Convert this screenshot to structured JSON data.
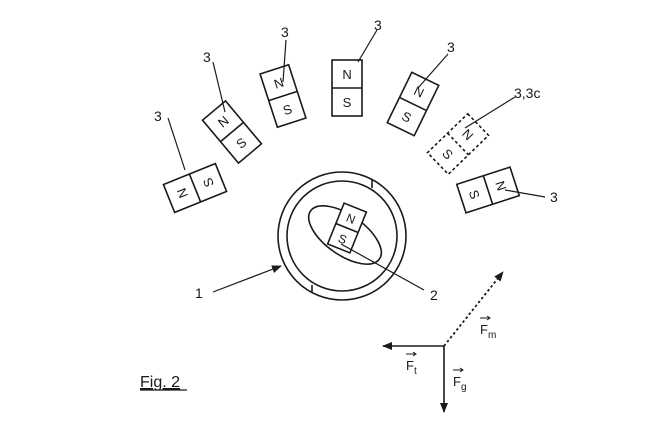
{
  "figure": {
    "caption": "Fig. 2",
    "pole_north": "N",
    "pole_south": "S"
  },
  "labels": {
    "magnet": "3",
    "magnet_dashed": "3,3c",
    "sphere": "1",
    "inner_magnet": "2"
  },
  "forces": {
    "magnetic": {
      "main": "F",
      "sub": "m"
    },
    "gravity": {
      "main": "F",
      "sub": "g"
    },
    "tangential": {
      "main": "F",
      "sub": "t"
    }
  }
}
